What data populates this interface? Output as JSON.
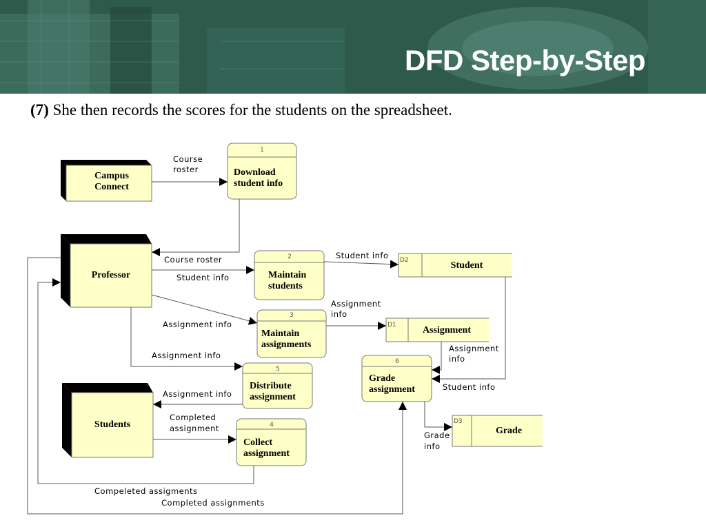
{
  "slide": {
    "title": "DFD Step-by-Step",
    "step": "(7)",
    "description": "She then records the scores for the students on the spreadsheet."
  },
  "colors": {
    "header_bg": "#2e5a4c",
    "box_fill": "#ffffc8",
    "entity_shadow": "#000000"
  },
  "entities": {
    "campus_connect": [
      "Campus",
      "Connect"
    ],
    "professor": [
      "Professor"
    ],
    "students": [
      "Students"
    ]
  },
  "processes": {
    "p1": {
      "number": "1",
      "label": [
        "Download",
        "student info"
      ]
    },
    "p2": {
      "number": "2",
      "label": [
        "Maintain",
        "students"
      ]
    },
    "p3": {
      "number": "3",
      "label": [
        "Maintain",
        "assignments"
      ]
    },
    "p5": {
      "number": "5",
      "label": [
        "Distribute",
        "assignment"
      ]
    },
    "p4": {
      "number": "4",
      "label": [
        "Collect",
        "assignment"
      ]
    },
    "p6": {
      "number": "6",
      "label": [
        "Grade",
        "assignment"
      ]
    }
  },
  "stores": {
    "d2": {
      "id": "D2",
      "name": "Student"
    },
    "d1": {
      "id": "D1",
      "name": "Assignment"
    },
    "d3": {
      "id": "D3",
      "name": "Grade"
    }
  },
  "flows": {
    "course_roster_top": [
      "Course",
      "roster"
    ],
    "course_roster": "Course roster",
    "student_info_prof": "Student info",
    "student_info_d2": "Student info",
    "assignment_info_d1": [
      "Assignment",
      "info"
    ],
    "assignment_info_p3": "Assignment info",
    "assignment_info_p5": "Assignment info",
    "assignment_info_students": "Assignment info",
    "assignment_info_p6": [
      "Assignment",
      "info"
    ],
    "student_info_p6": "Student info",
    "completed_assignment": [
      "Completed",
      "assignment"
    ],
    "grade_info": [
      "Grade",
      "info"
    ],
    "compeleted_assigments": "Compeleted assigments",
    "completed_assignments": "Completed assignments"
  }
}
